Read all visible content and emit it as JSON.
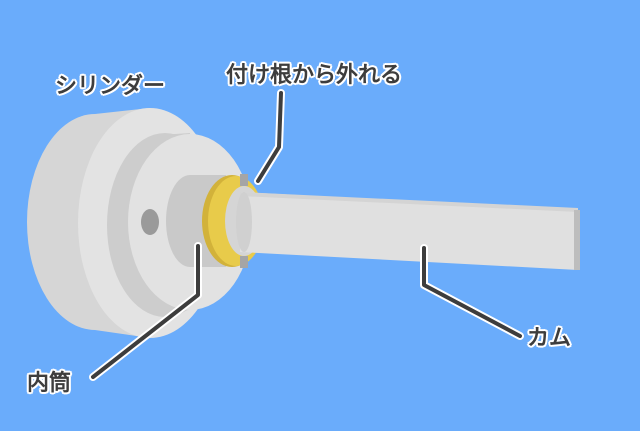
{
  "diagram": {
    "background_color": "#6aacfb",
    "labels": {
      "cylinder": "シリンダー",
      "detached_at_base": "付け根から外れる",
      "inner_tube": "内筒",
      "cam": "カム"
    },
    "colors": {
      "cylinder_light": "#e3e3e3",
      "cylinder_mid": "#d3d3d3",
      "cylinder_dark": "#c4c4c4",
      "hole": "#9a9a9a",
      "ring_yellow": "#e8cb4a",
      "ring_yellow_dark": "#d2b23a",
      "ring_gap": "#a5a5a5",
      "cam_face": "#e0e0e0",
      "cam_edge": "#bdbdbd",
      "leader_line": "#3d3d3d",
      "text": "#3d3d3d",
      "text_outline": "#ffffff"
    }
  }
}
